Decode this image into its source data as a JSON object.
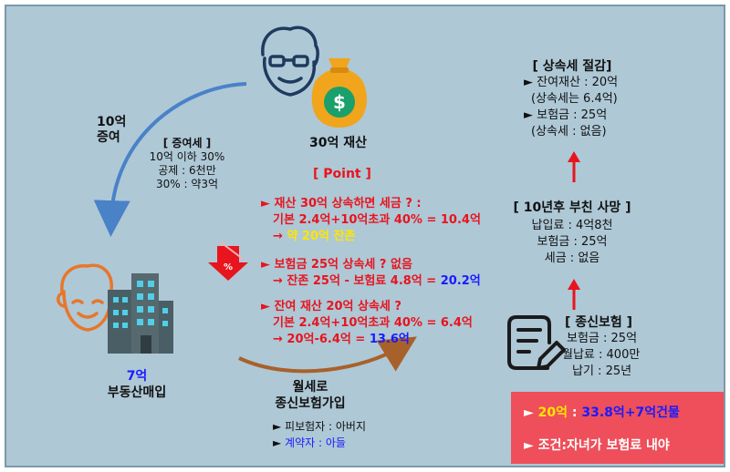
{
  "gift": {
    "amount": "10억",
    "label": "증여",
    "tax_title": "[ 증여세 ]",
    "tax_lines": [
      "10억 이하 30%",
      "공제 : 6천만",
      "30% : 약3억"
    ]
  },
  "asset": {
    "label": "30억 재산",
    "money_symbol": "$"
  },
  "point": {
    "title": "[ Point ]",
    "p1_line1": "► 재산 30억 상속하면 세금 ? :",
    "p1_line2": "기본 2.4억+10억초과 40% = 10.4억",
    "p1_line3_arrow": "→",
    "p1_line3": "약 20억 잔존",
    "p2_line1": "► 보험금 25억 상속세 ? 없음",
    "p2_line2_prefix": "→ 잔존 25억 - 보험료 4.8억 = ",
    "p2_line2_value": "20.2억",
    "p3_line1": "► 잔여 재산 20억 상속세 ?",
    "p3_line2": "기본 2.4억+10억초과 40% = 6.4억",
    "p3_line3_prefix": "→  20억-6.4억 = ",
    "p3_line3_value": "13.6억",
    "down_badge": "%"
  },
  "realestate": {
    "amount": "7억",
    "label": "부동산매입"
  },
  "monthly": {
    "line1": "월세로",
    "line2": "종신보험가입",
    "insured": "► 피보험자 : 아버지",
    "contractor_arrow": "► ",
    "contractor": "계약자 : 아들"
  },
  "savings": {
    "title": "[ 상속세 절감]",
    "line1": "► 잔여재산 : 20억",
    "line2": "(상속세는 6.4억)",
    "line3": "► 보험금  :  25억",
    "line4": "(상속세 : 없음)"
  },
  "death": {
    "title": "[ 10년후 부친 사망 ]",
    "line1": "납입료 : 4억8천",
    "line2": "보험금 : 25억",
    "line3": "세금  :  없음"
  },
  "life_insurance": {
    "title": "[ 종신보험 ]",
    "line1": "보험금 : 25억",
    "line2": "월납료 : 400만",
    "line3": "납기 : 25년"
  },
  "result": {
    "line1_arrow": "► ",
    "line1_a": "20억",
    "line1_b": " : ",
    "line1_c": "33.8억+7억건물",
    "line2": "► 조건:자녀가 보험료 내야"
  },
  "colors": {
    "background": "#aec8d6",
    "accent_red": "#e8141e",
    "accent_blue": "#1a1aff",
    "result_box": "#ee4f5a",
    "orange_icon": "#e8762a",
    "building": "#4a5e66"
  }
}
